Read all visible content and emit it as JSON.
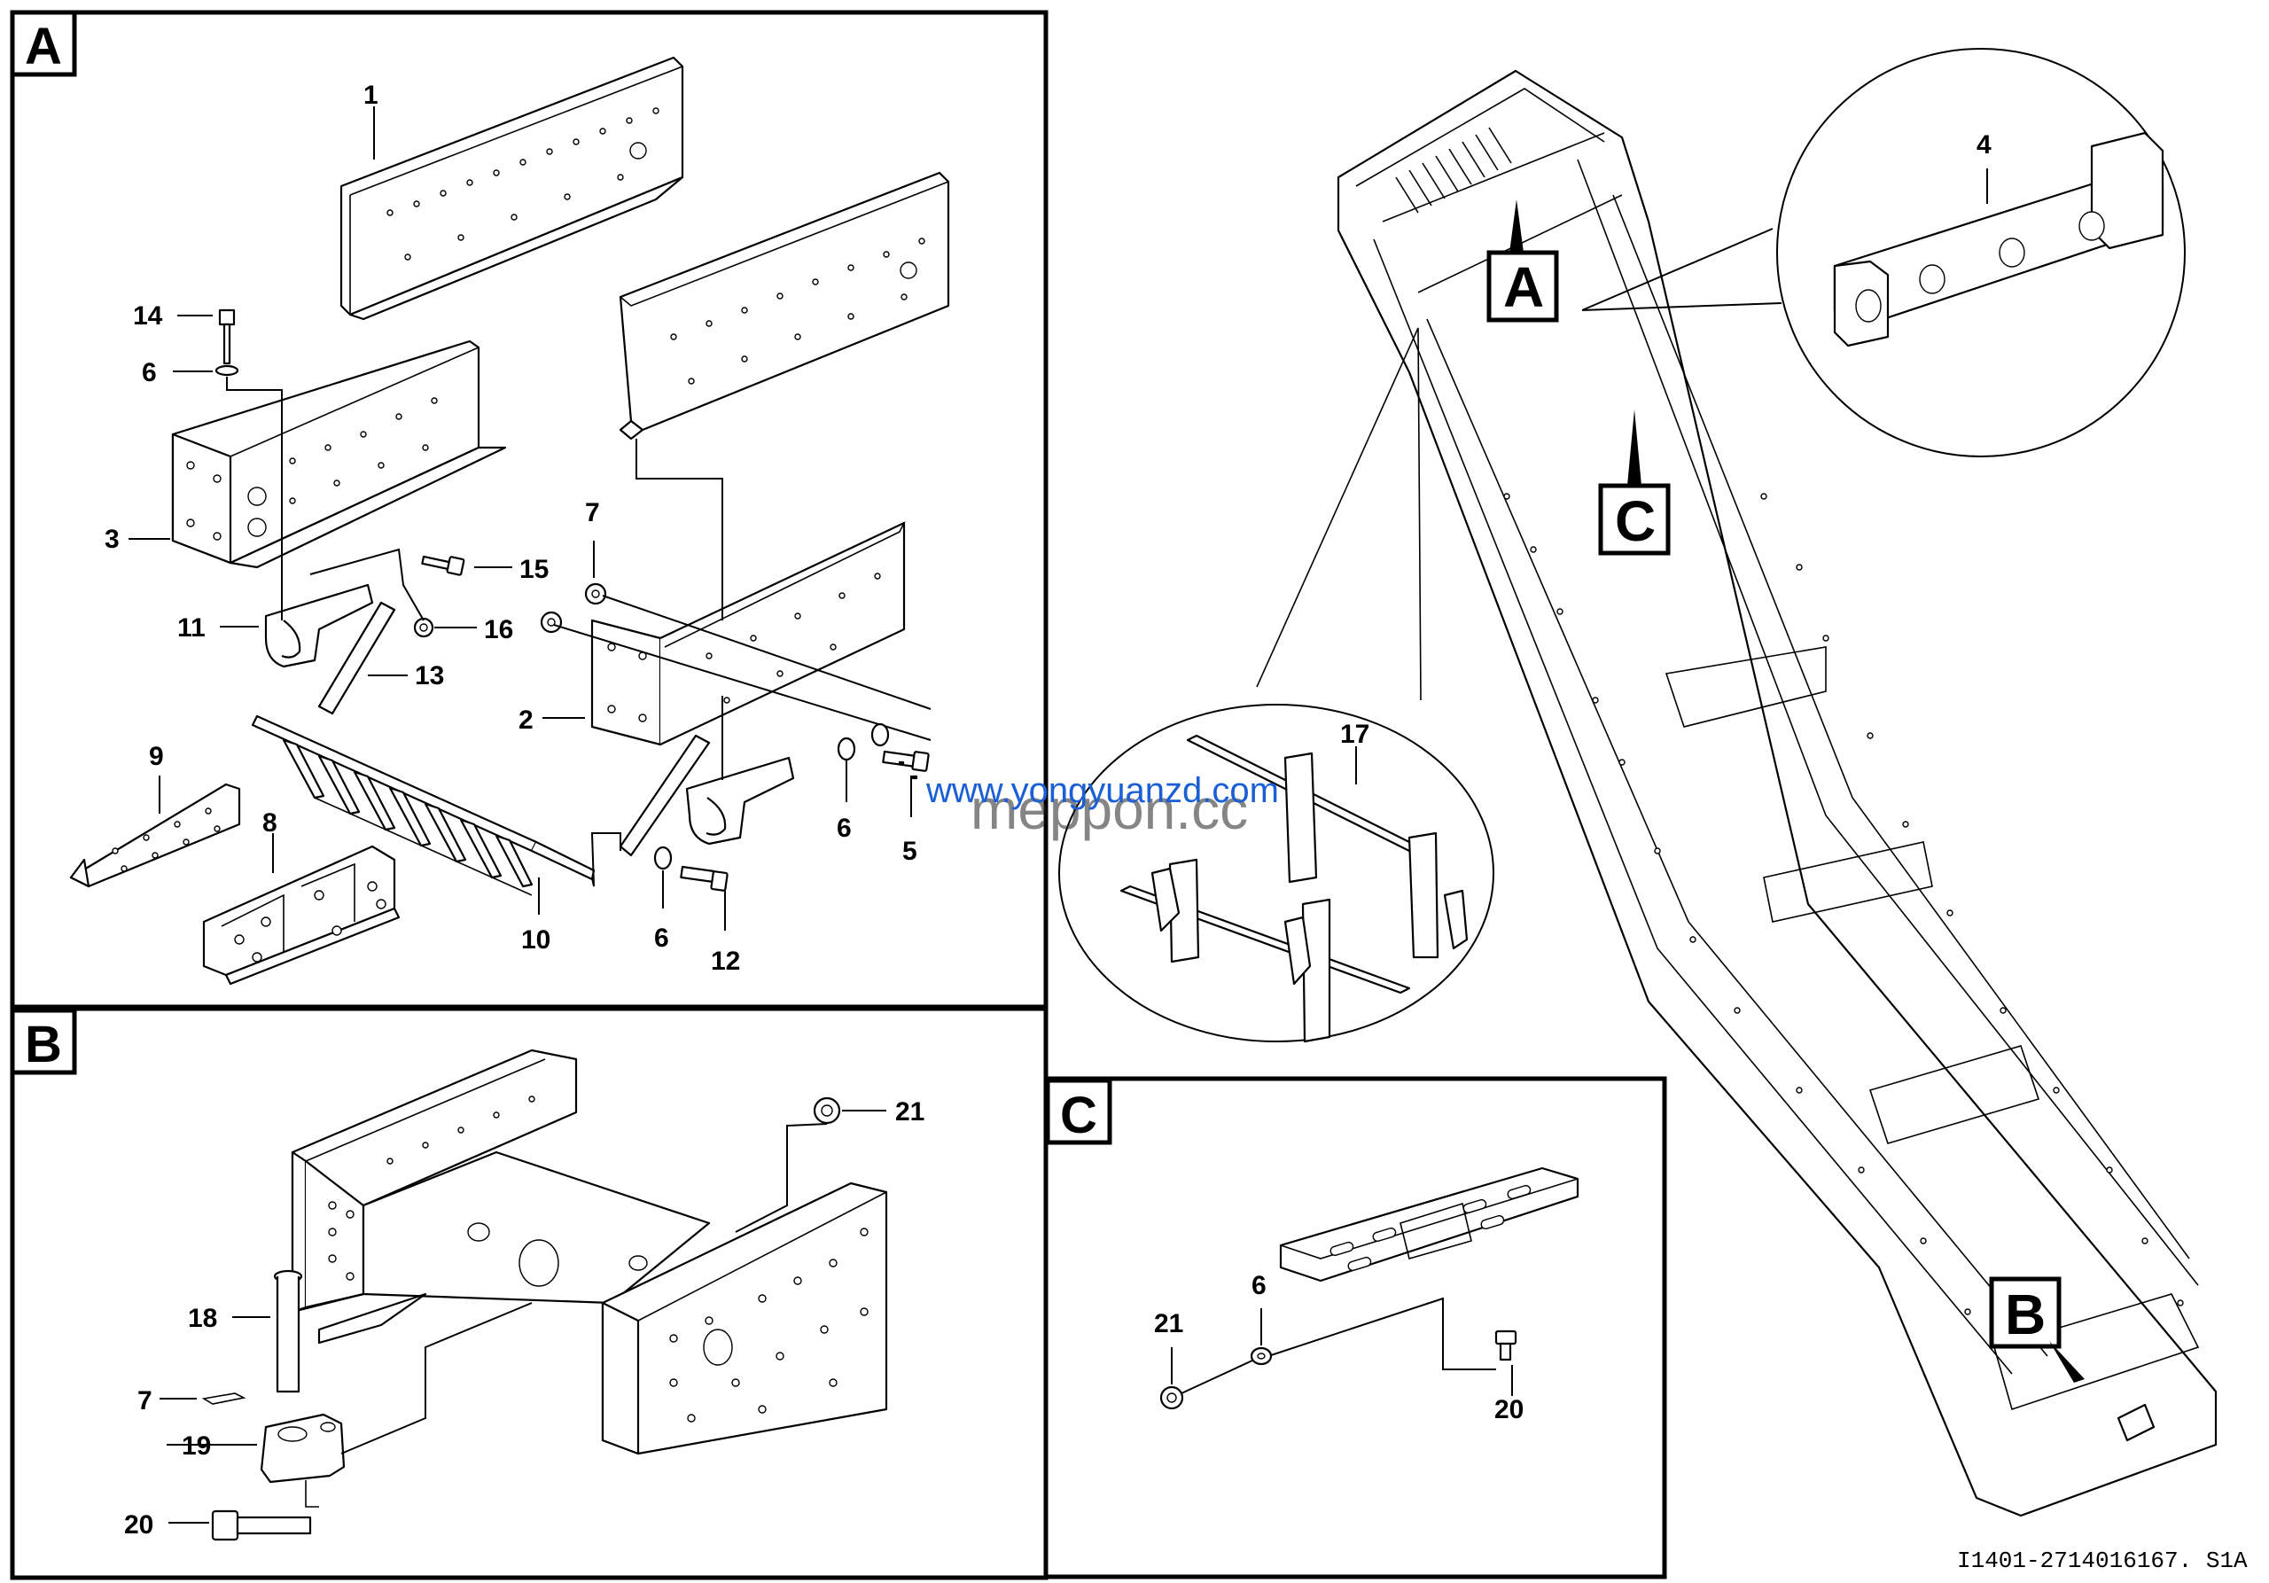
{
  "panels": {
    "A": {
      "label": "A"
    },
    "B": {
      "label": "B"
    },
    "C": {
      "label": "C"
    }
  },
  "frame_badges": {
    "A": "A",
    "B": "B",
    "C": "C"
  },
  "callouts": {
    "p1": "1",
    "p2": "2",
    "p3": "3",
    "p4": "4",
    "p5": "5",
    "p6a": "6",
    "p6b": "6",
    "p6c": "6",
    "p6d": "6",
    "p7a": "7",
    "p7b": "7",
    "p8": "8",
    "p9": "9",
    "p10": "10",
    "p11": "11",
    "p12": "12",
    "p13": "13",
    "p14": "14",
    "p15": "15",
    "p16": "16",
    "p17": "17",
    "p18": "18",
    "p19": "19",
    "p20a": "20",
    "p20b": "20",
    "p21a": "21",
    "p21b": "21"
  },
  "watermark": {
    "url": "www.yongyuanzd.com",
    "logo": "meppon.cc"
  },
  "drawing_code": "I1401-2714016167. S1A"
}
